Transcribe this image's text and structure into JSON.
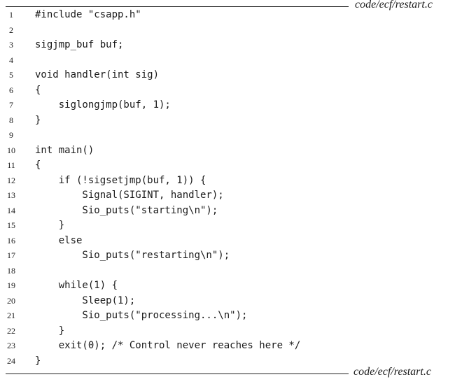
{
  "file_label": "code/ecf/restart.c",
  "code_lines": [
    {
      "num": "1",
      "text": "#include \"csapp.h\""
    },
    {
      "num": "2",
      "text": ""
    },
    {
      "num": "3",
      "text": "sigjmp_buf buf;"
    },
    {
      "num": "4",
      "text": ""
    },
    {
      "num": "5",
      "text": "void handler(int sig)"
    },
    {
      "num": "6",
      "text": "{"
    },
    {
      "num": "7",
      "text": "    siglongjmp(buf, 1);"
    },
    {
      "num": "8",
      "text": "}"
    },
    {
      "num": "9",
      "text": ""
    },
    {
      "num": "10",
      "text": "int main()"
    },
    {
      "num": "11",
      "text": "{"
    },
    {
      "num": "12",
      "text": "    if (!sigsetjmp(buf, 1)) {"
    },
    {
      "num": "13",
      "text": "        Signal(SIGINT, handler);"
    },
    {
      "num": "14",
      "text": "        Sio_puts(\"starting\\n\");"
    },
    {
      "num": "15",
      "text": "    }"
    },
    {
      "num": "16",
      "text": "    else"
    },
    {
      "num": "17",
      "text": "        Sio_puts(\"restarting\\n\");"
    },
    {
      "num": "18",
      "text": ""
    },
    {
      "num": "19",
      "text": "    while(1) {"
    },
    {
      "num": "20",
      "text": "        Sleep(1);"
    },
    {
      "num": "21",
      "text": "        Sio_puts(\"processing...\\n\");"
    },
    {
      "num": "22",
      "text": "    }"
    },
    {
      "num": "23",
      "text": "    exit(0); /* Control never reaches here */"
    },
    {
      "num": "24",
      "text": "}"
    }
  ]
}
